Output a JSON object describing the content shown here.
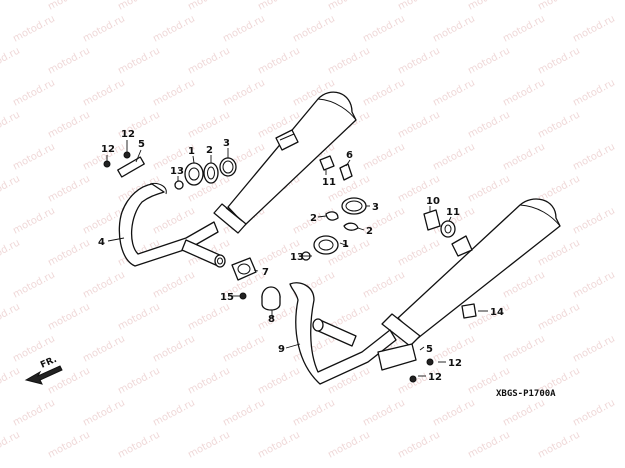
{
  "watermark": {
    "text": "motod.ru"
  },
  "diagram_code": "XBGS-P1700A",
  "direction": {
    "label": "FR."
  },
  "callouts": {
    "c1a": "1",
    "c2a": "2",
    "c3a": "3",
    "c4": "4",
    "c5a": "5",
    "c6": "6",
    "c7": "7",
    "c8": "8",
    "c9": "9",
    "c10": "10",
    "c11a": "11",
    "c11b": "11",
    "c12a": "12",
    "c12b": "12",
    "c12c": "12",
    "c12d": "12",
    "c13a": "13",
    "c13b": "13",
    "c14": "14",
    "c15": "15",
    "c1b": "1",
    "c2b": "2",
    "c2c": "2",
    "c3b": "3",
    "c5b": "5"
  }
}
